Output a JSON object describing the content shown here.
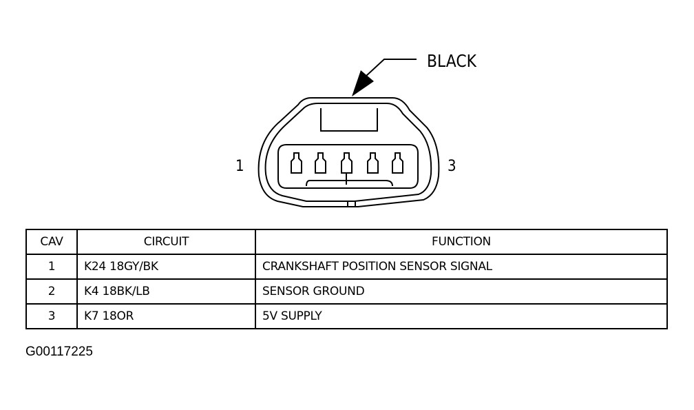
{
  "connector": {
    "color_label": "BLACK",
    "left_cavity_label": "1",
    "right_cavity_label": "3"
  },
  "table": {
    "headers": [
      "CAV",
      "CIRCUIT",
      "FUNCTION"
    ],
    "rows": [
      {
        "cav": "1",
        "circuit": "K24 18GY/BK",
        "function": "CRANKSHAFT POSITION SENSOR SIGNAL"
      },
      {
        "cav": "2",
        "circuit": "K4 18BK/LB",
        "function": "SENSOR GROUND"
      },
      {
        "cav": "3",
        "circuit": "K7 18OR",
        "function": "5V SUPPLY"
      }
    ]
  },
  "figure_code": "G00117225"
}
